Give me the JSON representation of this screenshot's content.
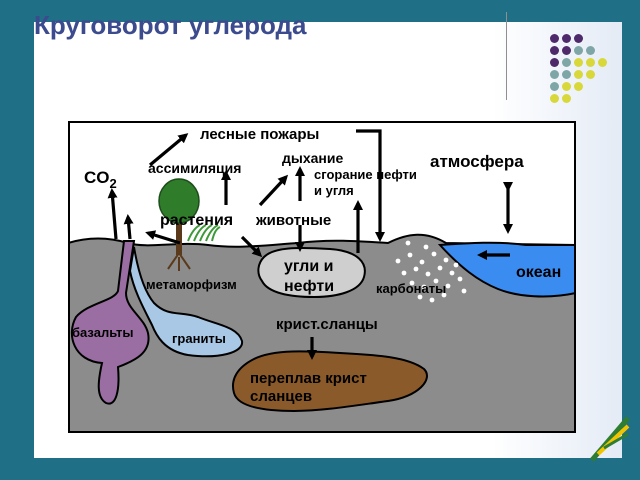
{
  "slide": {
    "title": "Круговорот углерода"
  },
  "colors": {
    "background": "#1f6f86",
    "title": "#3c4a8e",
    "sky": "#ffffff",
    "ground": "#8c8c8c",
    "ocean": "#3b8cf0",
    "basalt": "#9b6ea3",
    "granite": "#a8c8e6",
    "coal_oil": "#cfcfcf",
    "melt": "#8b5a2b",
    "tree_crown": "#2f7d2b",
    "tree_trunk": "#5a3a1a",
    "dot_purple": "#4e2a6b",
    "dot_teal": "#7fa6a6",
    "dot_yellow": "#d8d83a"
  },
  "icons": {
    "tree": "tree-icon",
    "grass": "grass-icon",
    "corner": "corner-decoration-icon"
  },
  "diagram": {
    "labels": {
      "fires": "лесные пожары",
      "co2": "CO",
      "co2_sub": "2",
      "assimilation": "ассимиляция",
      "respiration": "дыхание",
      "combustion_line1": "сгорание нефти",
      "combustion_line2": "и угля",
      "atmosphere": "атмосфера",
      "plants": "растения",
      "animals": "животные",
      "coal_oil_line1": "угли и",
      "coal_oil_line2": "нефти",
      "ocean": "океан",
      "metamorphism": "метаморфизм",
      "carbonates": "карбонаты",
      "basalts": "базальты",
      "granites": "граниты",
      "schists": "крист.сланцы",
      "melt_line1": "переплав крист",
      "melt_line2": "сланцев"
    }
  }
}
